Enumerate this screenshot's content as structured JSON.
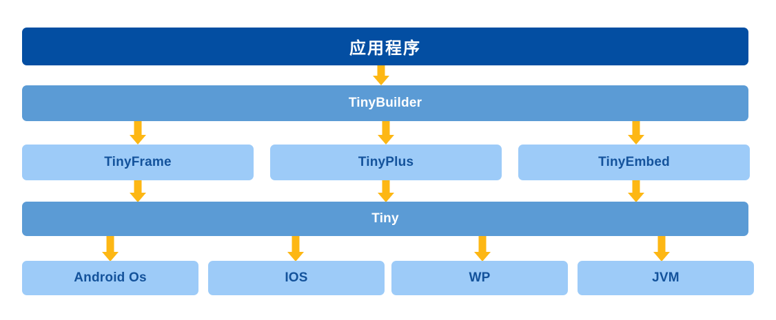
{
  "diagram": {
    "title": "TinyFramework architecture layers",
    "colors": {
      "application_layer": "#034EA2",
      "framework_layer": "#5B9BD5",
      "module_layer": "#9DCBF8",
      "arrow": "#FDB714",
      "label_dark": "#13529B",
      "label_light": "#FFFFFF",
      "background": "#FFFFFF"
    },
    "rows": [
      {
        "name": "application",
        "nodes": [
          {
            "label": "应用程序"
          }
        ]
      },
      {
        "name": "builder",
        "nodes": [
          {
            "label": "TinyBuilder"
          }
        ]
      },
      {
        "name": "modules",
        "nodes": [
          {
            "label": "TinyFrame"
          },
          {
            "label": "TinyPlus"
          },
          {
            "label": "TinyEmbed"
          }
        ]
      },
      {
        "name": "core",
        "nodes": [
          {
            "label": "Tiny"
          }
        ]
      },
      {
        "name": "platforms",
        "nodes": [
          {
            "label": "Android Os"
          },
          {
            "label": "IOS"
          },
          {
            "label": "WP"
          },
          {
            "label": "JVM"
          }
        ]
      }
    ],
    "connectors": [
      {
        "from": "应用程序",
        "to": "TinyBuilder"
      },
      {
        "from": "TinyBuilder",
        "to": "TinyFrame"
      },
      {
        "from": "TinyBuilder",
        "to": "TinyPlus"
      },
      {
        "from": "TinyBuilder",
        "to": "TinyEmbed"
      },
      {
        "from": "TinyFrame",
        "to": "Tiny"
      },
      {
        "from": "TinyPlus",
        "to": "Tiny"
      },
      {
        "from": "TinyEmbed",
        "to": "Tiny"
      },
      {
        "from": "Tiny",
        "to": "Android Os"
      },
      {
        "from": "Tiny",
        "to": "IOS"
      },
      {
        "from": "Tiny",
        "to": "WP"
      },
      {
        "from": "Tiny",
        "to": "JVM"
      }
    ]
  }
}
